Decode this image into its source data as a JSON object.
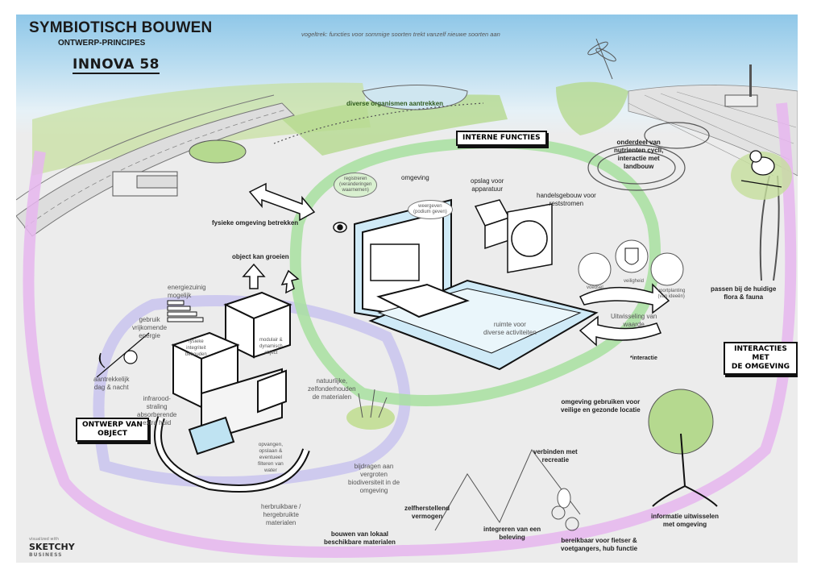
{
  "header": {
    "title": "SYMBIOTISCH BOUWEN",
    "subtitle": "ONTWERP-PRINCIPES",
    "project": "INNOVA 58"
  },
  "sky": {
    "bird_migration_note": "vogeltrek: functies voor sommige soorten trekt vanzelf nieuwe soorten aan"
  },
  "section_boxes": {
    "interne_functies": "INTERNE FUNCTIES",
    "interacties_omgeving_line1": "INTERACTIES MET",
    "interacties_omgeving_line2": "DE OMGEVING",
    "ontwerp_object_line1": "ONTWERP VAN",
    "ontwerp_object_line2": "OBJECT"
  },
  "labels": {
    "diverse_organismen": "diverse organismen aantrekken",
    "nutrienten_1": "onderdeel van",
    "nutrienten_2": "nutrienten cycli,",
    "nutrienten_3": "interactie met",
    "nutrienten_4": "landbouw",
    "fysieke_omgeving": "fysieke omgeving betrekken",
    "registreren_1": "registreren",
    "registreren_2": "(veranderingen",
    "registreren_3": "waarnemen)",
    "omgeving": "omgeving",
    "weergeven_1": "weergeven",
    "weergeven_2": "(podium geven)",
    "opslag_1": "opslag voor",
    "opslag_2": "apparatuur",
    "handelsgebouw_1": "handelsgebouw voor",
    "handelsgebouw_2": "reststromen",
    "voedsel": "voedsel",
    "veiligheid": "veiligheid",
    "voortplanting_1": "voortplanting",
    "voortplanting_2": "(van ideeën)",
    "uitwisseling_1": "Uitwisseling van",
    "uitwisseling_2": "waarde",
    "interactie": "*interactie",
    "ruimte_1": "ruimte voor",
    "ruimte_2": "diverse activiteiten",
    "object_groeien": "object kan groeien",
    "energiezuinig_1": "energiezuinig",
    "energiezuinig_2": "mogelijk",
    "gebruik_energie_1": "gebruik",
    "gebruik_energie_2": "vrijkomende",
    "gebruik_energie_3": "energie",
    "aantrekkelijk_1": "aantrekkelijk",
    "aantrekkelijk_2": "dag & nacht",
    "infrarood_1": "infrarood-",
    "infrarood_2": "straling",
    "infrarood_3": "absorberende",
    "infrarood_4": "extra huid",
    "fysieke_integriteit_1": "fysieke",
    "fysieke_integriteit_2": "integriteit",
    "fysieke_integriteit_3": "behouden",
    "modulair_1": "modulair &",
    "modulair_2": "dynamisch",
    "modulair_3": "object",
    "natuurlijke_1": "natuurlijke,",
    "natuurlijke_2": "zelfonderhouden",
    "natuurlijke_3": "de materialen",
    "opvangen_1": "opvangen,",
    "opvangen_2": "opslaan &",
    "opvangen_3": "eventueel",
    "opvangen_4": "filteren van",
    "opvangen_5": "water",
    "herbruikbare_1": "herbruikbare /",
    "herbruikbare_2": "hergebruikte",
    "herbruikbare_3": "materialen",
    "biodiversiteit_1": "bijdragen aan",
    "biodiversiteit_2": "vergroten",
    "biodiversiteit_3": "biodiversiteit in de",
    "biodiversiteit_4": "omgeving",
    "zelfherstellend_1": "zelfherstellend",
    "zelfherstellend_2": "vermogen",
    "bouwen_lokaal_1": "bouwen van lokaal",
    "bouwen_lokaal_2": "beschikbare materialen",
    "gezonde_locatie_1": "omgeving gebruiken voor",
    "gezonde_locatie_2": "veilige en gezonde locatie",
    "recreatie_1": "verbinden met",
    "recreatie_2": "recreatie",
    "beleving_1": "integreren van een",
    "beleving_2": "beleving",
    "bereikbaar_1": "bereikbaar voor fietser &",
    "bereikbaar_2": "voetgangers, hub functie",
    "informatie_1": "informatie uitwisselen",
    "informatie_2": "met omgeving",
    "flora_fauna_1": "passen bij de huidige",
    "flora_fauna_2": "flora & fauna"
  },
  "footer": {
    "credit": "visualized with",
    "brand": "SKETCHY",
    "brand_sub": "BUSINESS"
  },
  "colors": {
    "green_loop": "#a8e0a0",
    "purple_loop": "#c9c4ee",
    "pink_loop": "#e6b6ee",
    "sky_top": "#8fc7e8",
    "grass": "#b5d98f",
    "water": "#bfe3f2"
  }
}
